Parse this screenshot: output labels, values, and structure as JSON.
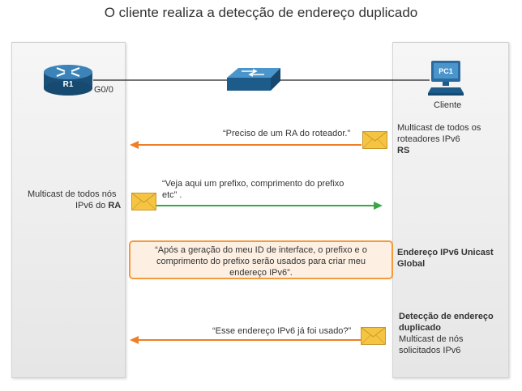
{
  "title": "O cliente realiza a detecção de endereço duplicado",
  "router": {
    "label": "R1",
    "interface": "G0/0"
  },
  "pc": {
    "label": "PC1",
    "caption": "Cliente"
  },
  "messages": {
    "rs": {
      "quote": "“Preciso de um RA do roteador.”",
      "right_desc_1": "Multicast de todos os",
      "right_desc_2": "roteadores IPv6",
      "right_type": "RS"
    },
    "ra": {
      "quote_1": "“Veja aqui um prefixo, comprimento do prefixo",
      "quote_2": "etc” .",
      "left_desc_1": "Multicast de todos nós",
      "left_desc_2": "IPv6 do ",
      "left_type": "RA"
    },
    "gen": {
      "quote_1": "“Após a geração do meu ID de interface, o prefixo e o",
      "quote_2": "comprimento do prefixo serão usados para criar meu",
      "quote_3": "endereço IPv6”.",
      "right_1": "Endereço IPv6 Unicast",
      "right_2": "Global"
    },
    "dad": {
      "quote": "“Esse endereço IPv6 já foi usado?”",
      "right_title_1": "Detecção de endereço",
      "right_title_2": "duplicado",
      "right_desc_1": "Multicast de nós",
      "right_desc_2": "solicitados IPv6"
    }
  },
  "colors": {
    "orange_arrow": "#f07d28",
    "green_arrow": "#3aa64a",
    "envelope": "#f5c542",
    "device_blue": "#1f5d8c"
  },
  "icons": [
    "router-icon",
    "switch-icon",
    "pc-icon",
    "envelope-icon"
  ]
}
